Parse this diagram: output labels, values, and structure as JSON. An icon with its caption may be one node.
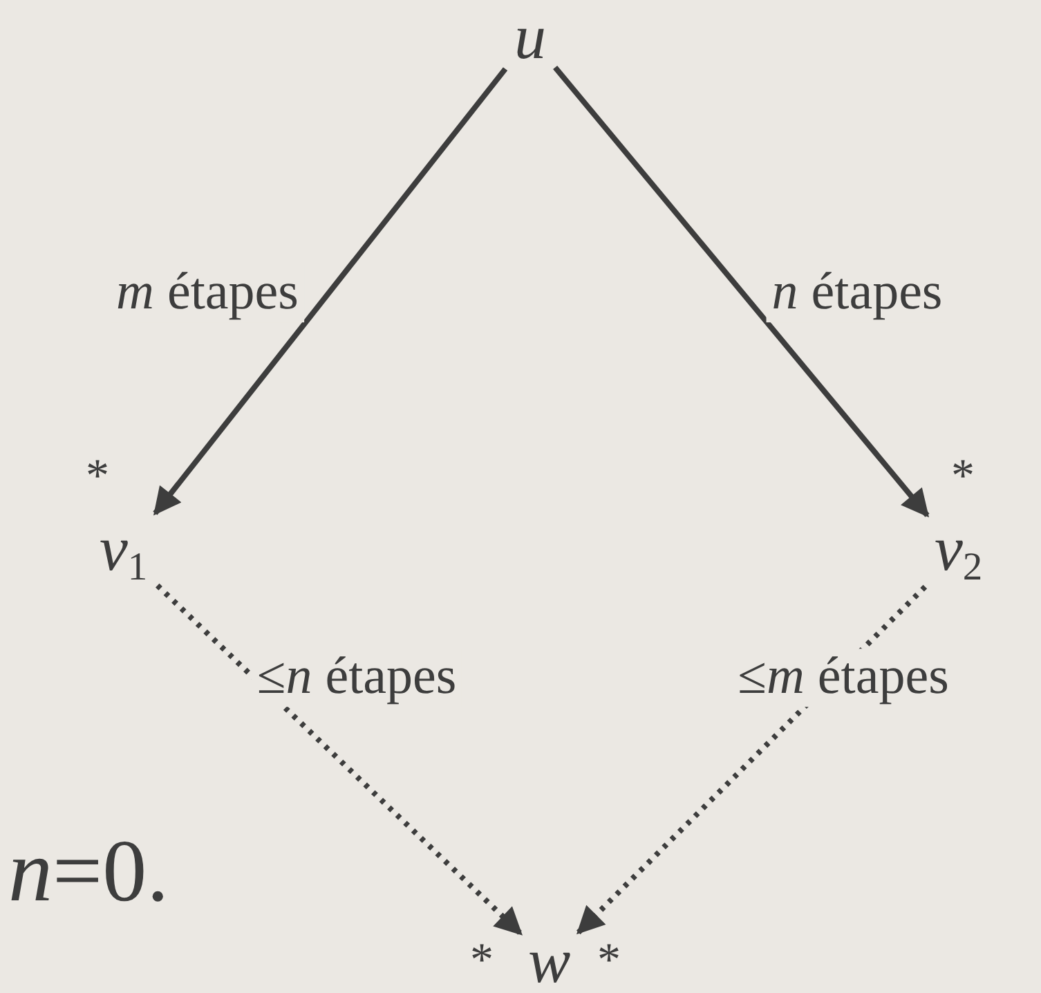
{
  "diagram": {
    "nodes": [
      {
        "text": [
          "*u*"
        ]
      },
      {
        "text": [
          "*v*$_{1}$"
        ]
      },
      {
        "text": [
          "*v*$_{2}$"
        ]
      },
      {
        "text": [
          "*w*"
        ]
      }
    ],
    "edges": [
      {
        "from": 0,
        "to": 1,
        "arrow": "to",
        "label": "*m* étapes"
      },
      {
        "from": 0,
        "to": 2,
        "arrow": "to",
        "label": "*n* étapes"
      },
      {
        "from": 1,
        "to": 3,
        "arrow": "to",
        "label": "≤*n* étapes",
        "style": "dashed"
      },
      {
        "from": 2,
        "to": 3,
        "arrow": "to",
        "label": "≤*m* étapes",
        "style": "dashed"
      }
    ],
    "labels": [
      "*",
      "*",
      "*n*=0.",
      "*",
      "*"
    ]
  }
}
